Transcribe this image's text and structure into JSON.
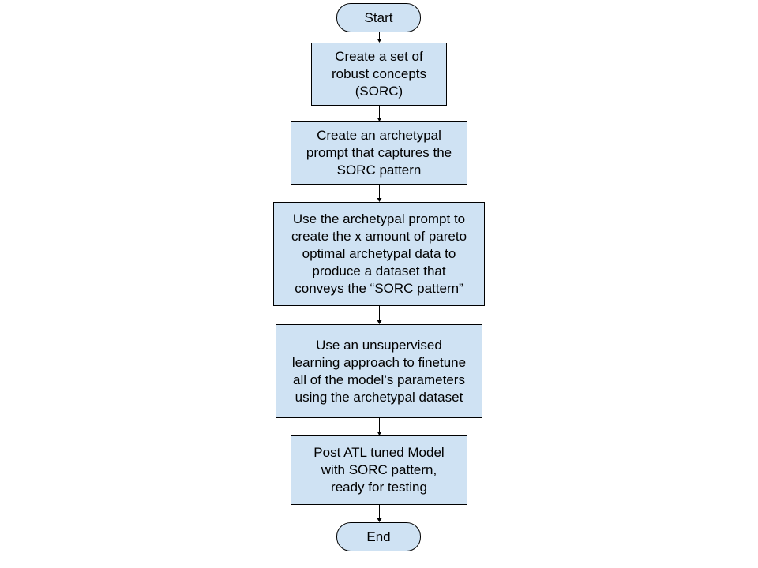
{
  "colors": {
    "node_fill": "#cfe2f3",
    "node_border": "#000000",
    "edge": "#000000"
  },
  "nodes": [
    {
      "id": "start",
      "shape": "terminal",
      "lines": [
        "Start"
      ]
    },
    {
      "id": "step1",
      "shape": "process",
      "lines": [
        "Create a set of",
        "robust concepts",
        "(SORC)"
      ]
    },
    {
      "id": "step2",
      "shape": "process",
      "lines": [
        "Create an archetypal",
        "prompt that captures the",
        "SORC pattern"
      ]
    },
    {
      "id": "step3",
      "shape": "process",
      "lines": [
        "Use the archetypal prompt to",
        "create the x amount of pareto",
        "optimal archetypal data to",
        "produce a dataset that",
        "conveys the “SORC pattern”"
      ]
    },
    {
      "id": "step4",
      "shape": "process",
      "lines": [
        "Use an unsupervised",
        "learning approach to finetune",
        "all of the model’s parameters",
        "using the archetypal dataset"
      ]
    },
    {
      "id": "step5",
      "shape": "process",
      "lines": [
        "Post ATL tuned Model",
        "with SORC pattern,",
        "ready for testing"
      ]
    },
    {
      "id": "end",
      "shape": "terminal",
      "lines": [
        "End"
      ]
    }
  ],
  "edges": [
    {
      "from": "start",
      "to": "step1"
    },
    {
      "from": "step1",
      "to": "step2"
    },
    {
      "from": "step2",
      "to": "step3"
    },
    {
      "from": "step3",
      "to": "step4"
    },
    {
      "from": "step4",
      "to": "step5"
    },
    {
      "from": "step5",
      "to": "end"
    }
  ]
}
